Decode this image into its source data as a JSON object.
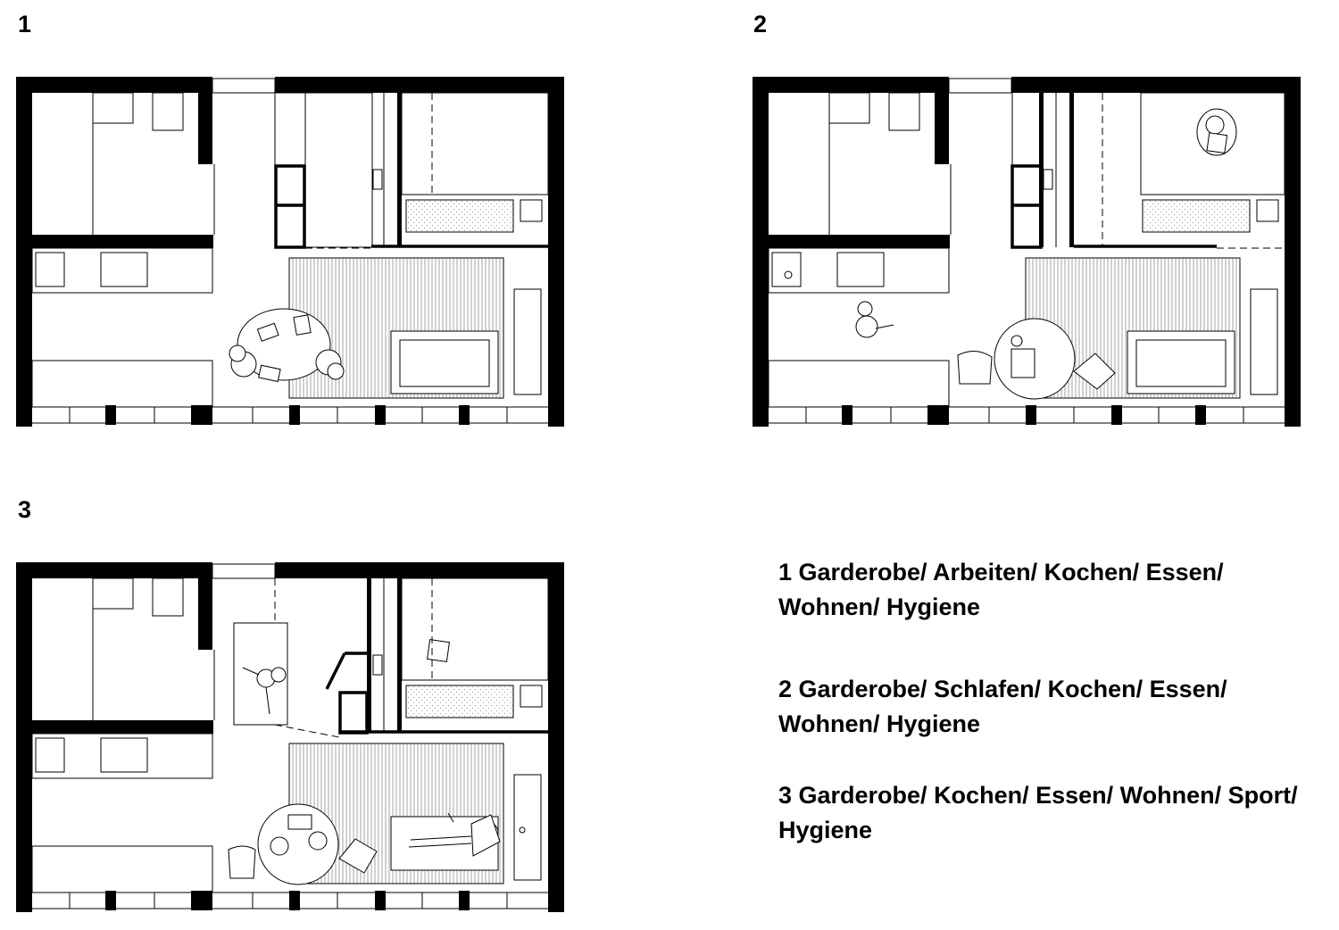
{
  "plans": [
    {
      "number": "1",
      "variant": "work"
    },
    {
      "number": "2",
      "variant": "sleep"
    },
    {
      "number": "3",
      "variant": "sport"
    }
  ],
  "legend": {
    "line1": "1 Garderobe/ Arbeiten/ Kochen/ Essen/",
    "line1b": "Wohnen/ Hygiene",
    "line2": "2 Garderobe/ Schlafen/ Kochen/ Essen/",
    "line2b": "Wohnen/ Hygiene",
    "line3": "3 Garderobe/ Kochen/ Essen/ Wohnen/ Sport/",
    "line3b": "Hygiene"
  },
  "colors": {
    "ink": "#000000",
    "paper": "#ffffff"
  }
}
